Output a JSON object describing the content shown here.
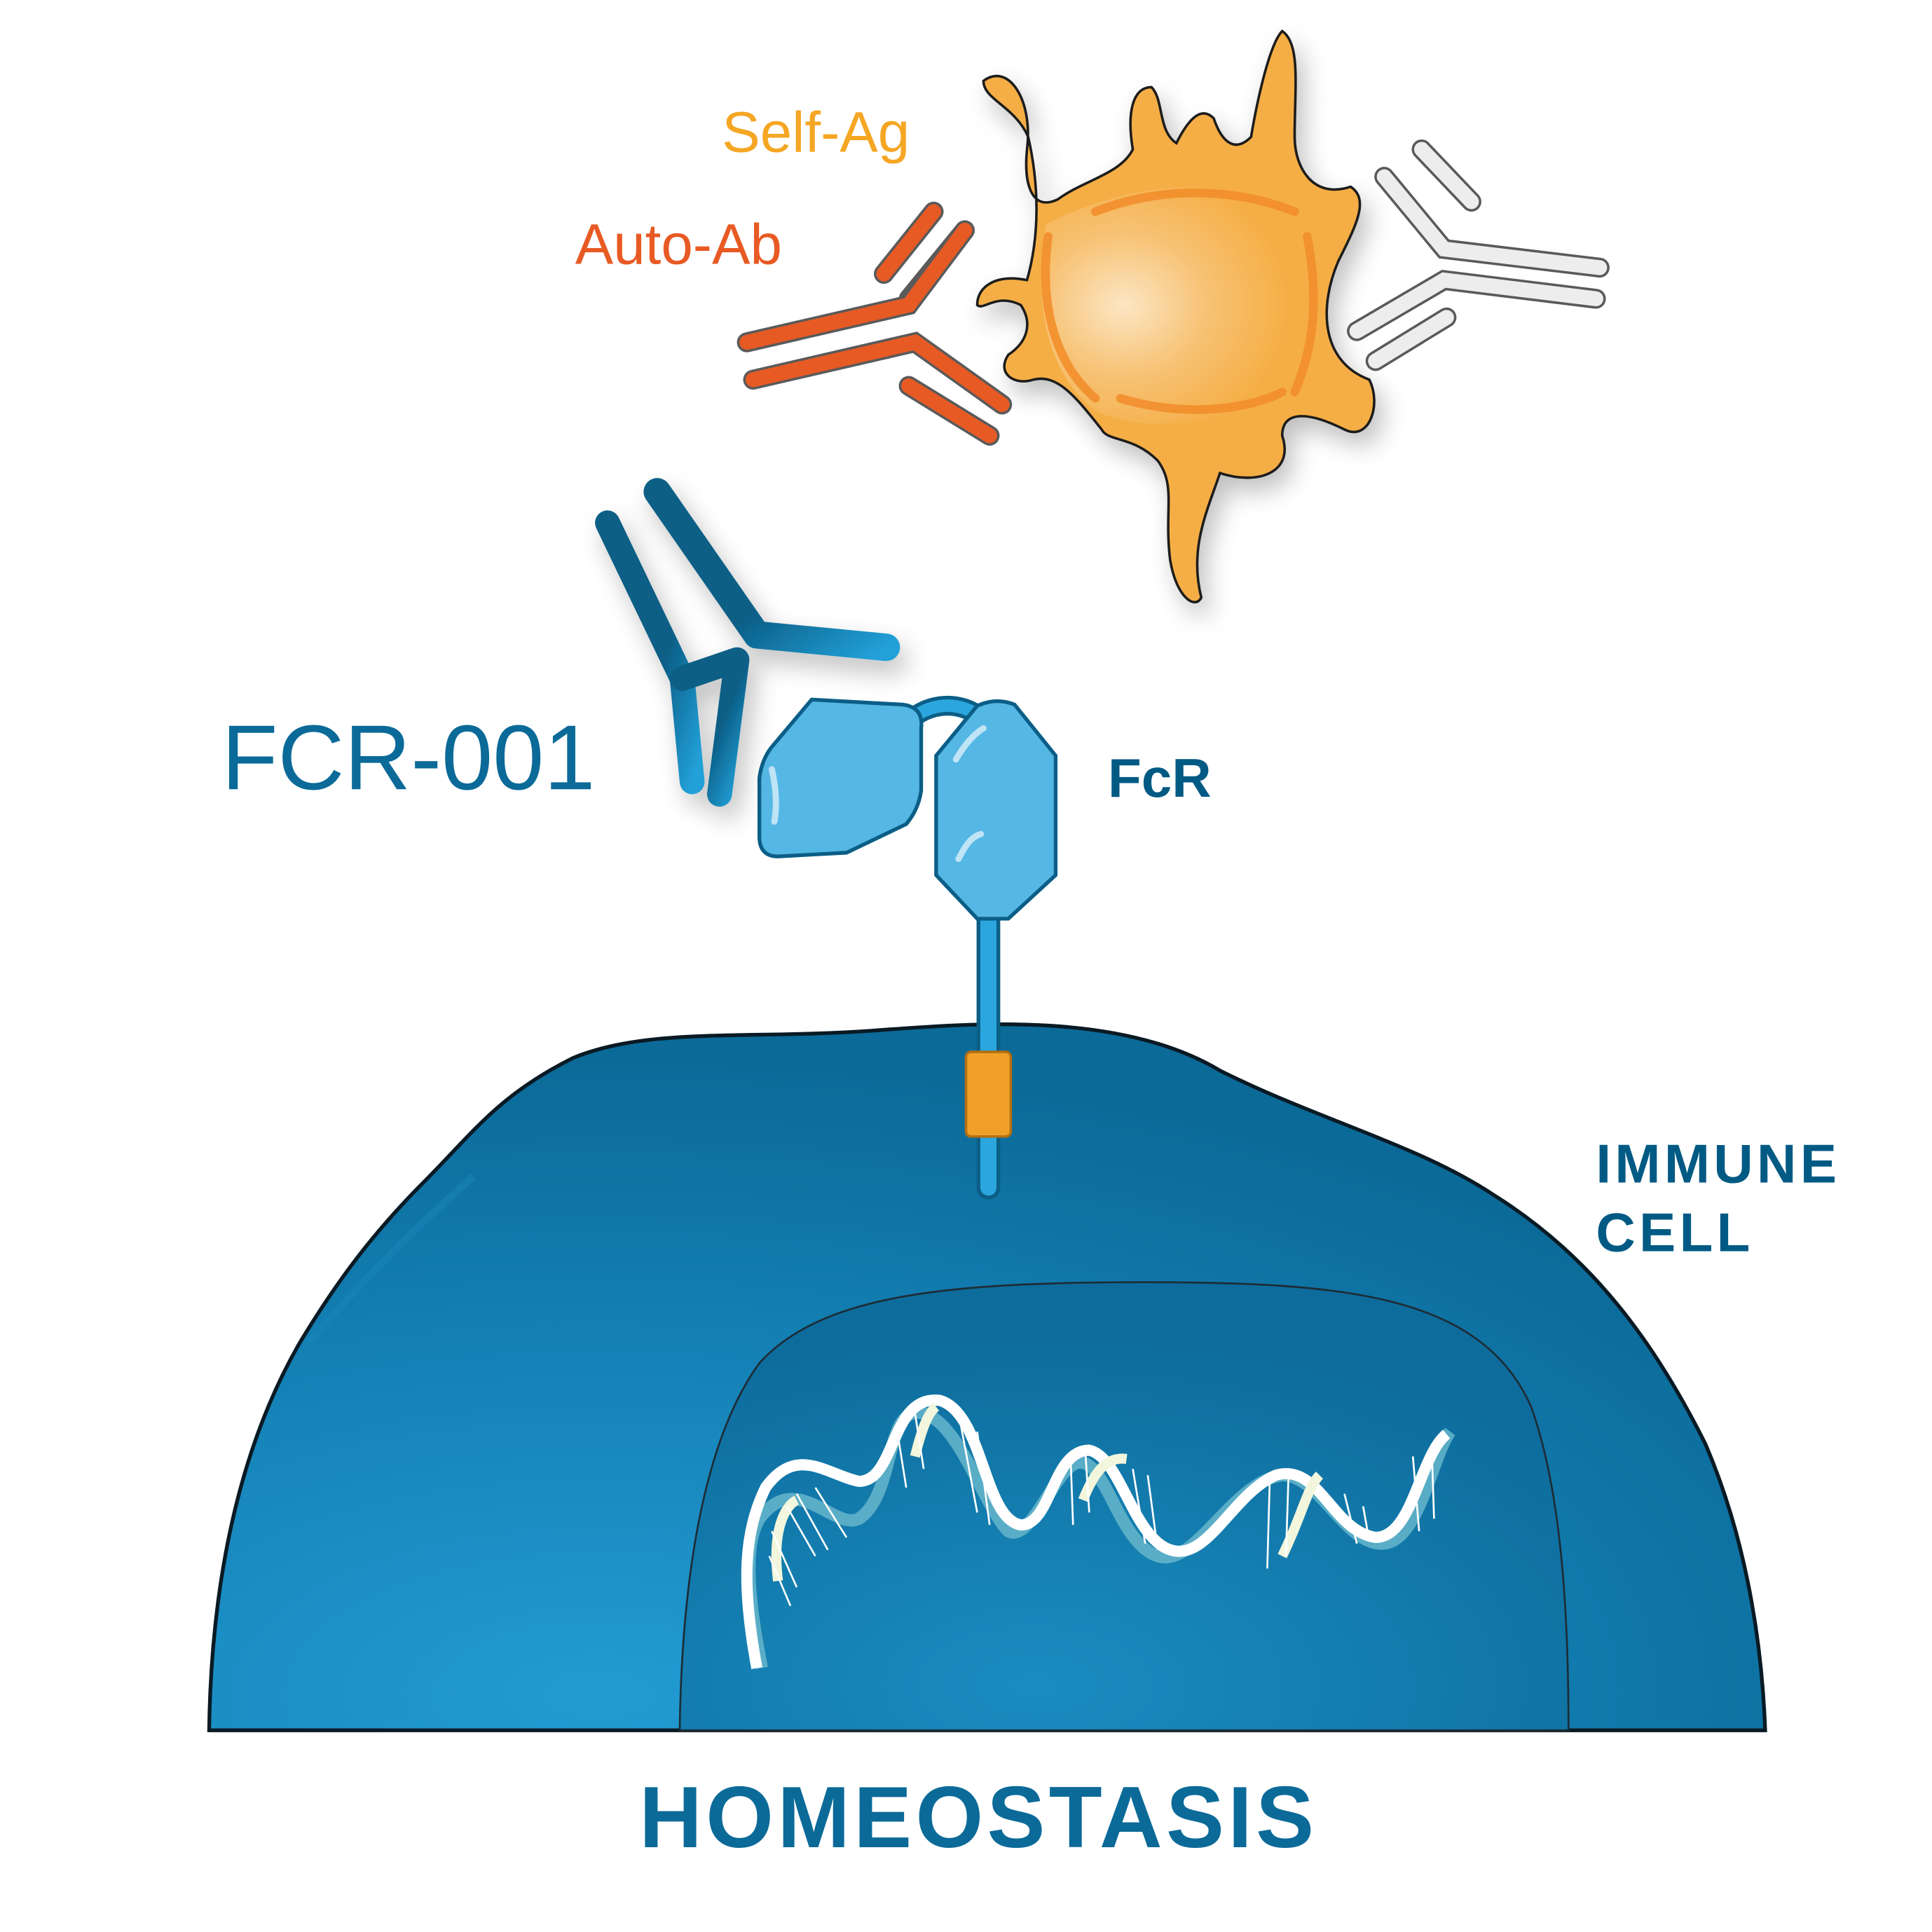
{
  "labels": {
    "self_antigen": "Self-Ag",
    "auto_antibody": "Auto-Ab",
    "drug": "FCR-001",
    "receptor": "FcR",
    "cell_line1": "IMMUNE",
    "cell_line2": "CELL",
    "state": "HOMEOSTASIS"
  },
  "colors": {
    "self_antigen": "#F5A623",
    "auto_antibody": "#E85A24",
    "drug": "#0B6A98",
    "receptor": "#55B7E4",
    "cell": "#0F6E9E",
    "title": "#0B6A98",
    "inactive_antibody": "#EDEDED",
    "transmembrane": "#F0A028"
  },
  "icons": {
    "self_antigen": "self-antigen-cell-icon",
    "auto_antibody": "auto-antibody-icon",
    "inactive_antibody": "inactive-antibody-icon",
    "drug": "fcr-001-antibody-icon",
    "receptor": "fc-receptor-icon",
    "cell": "immune-cell-icon",
    "dna": "dna-helix-icon"
  }
}
